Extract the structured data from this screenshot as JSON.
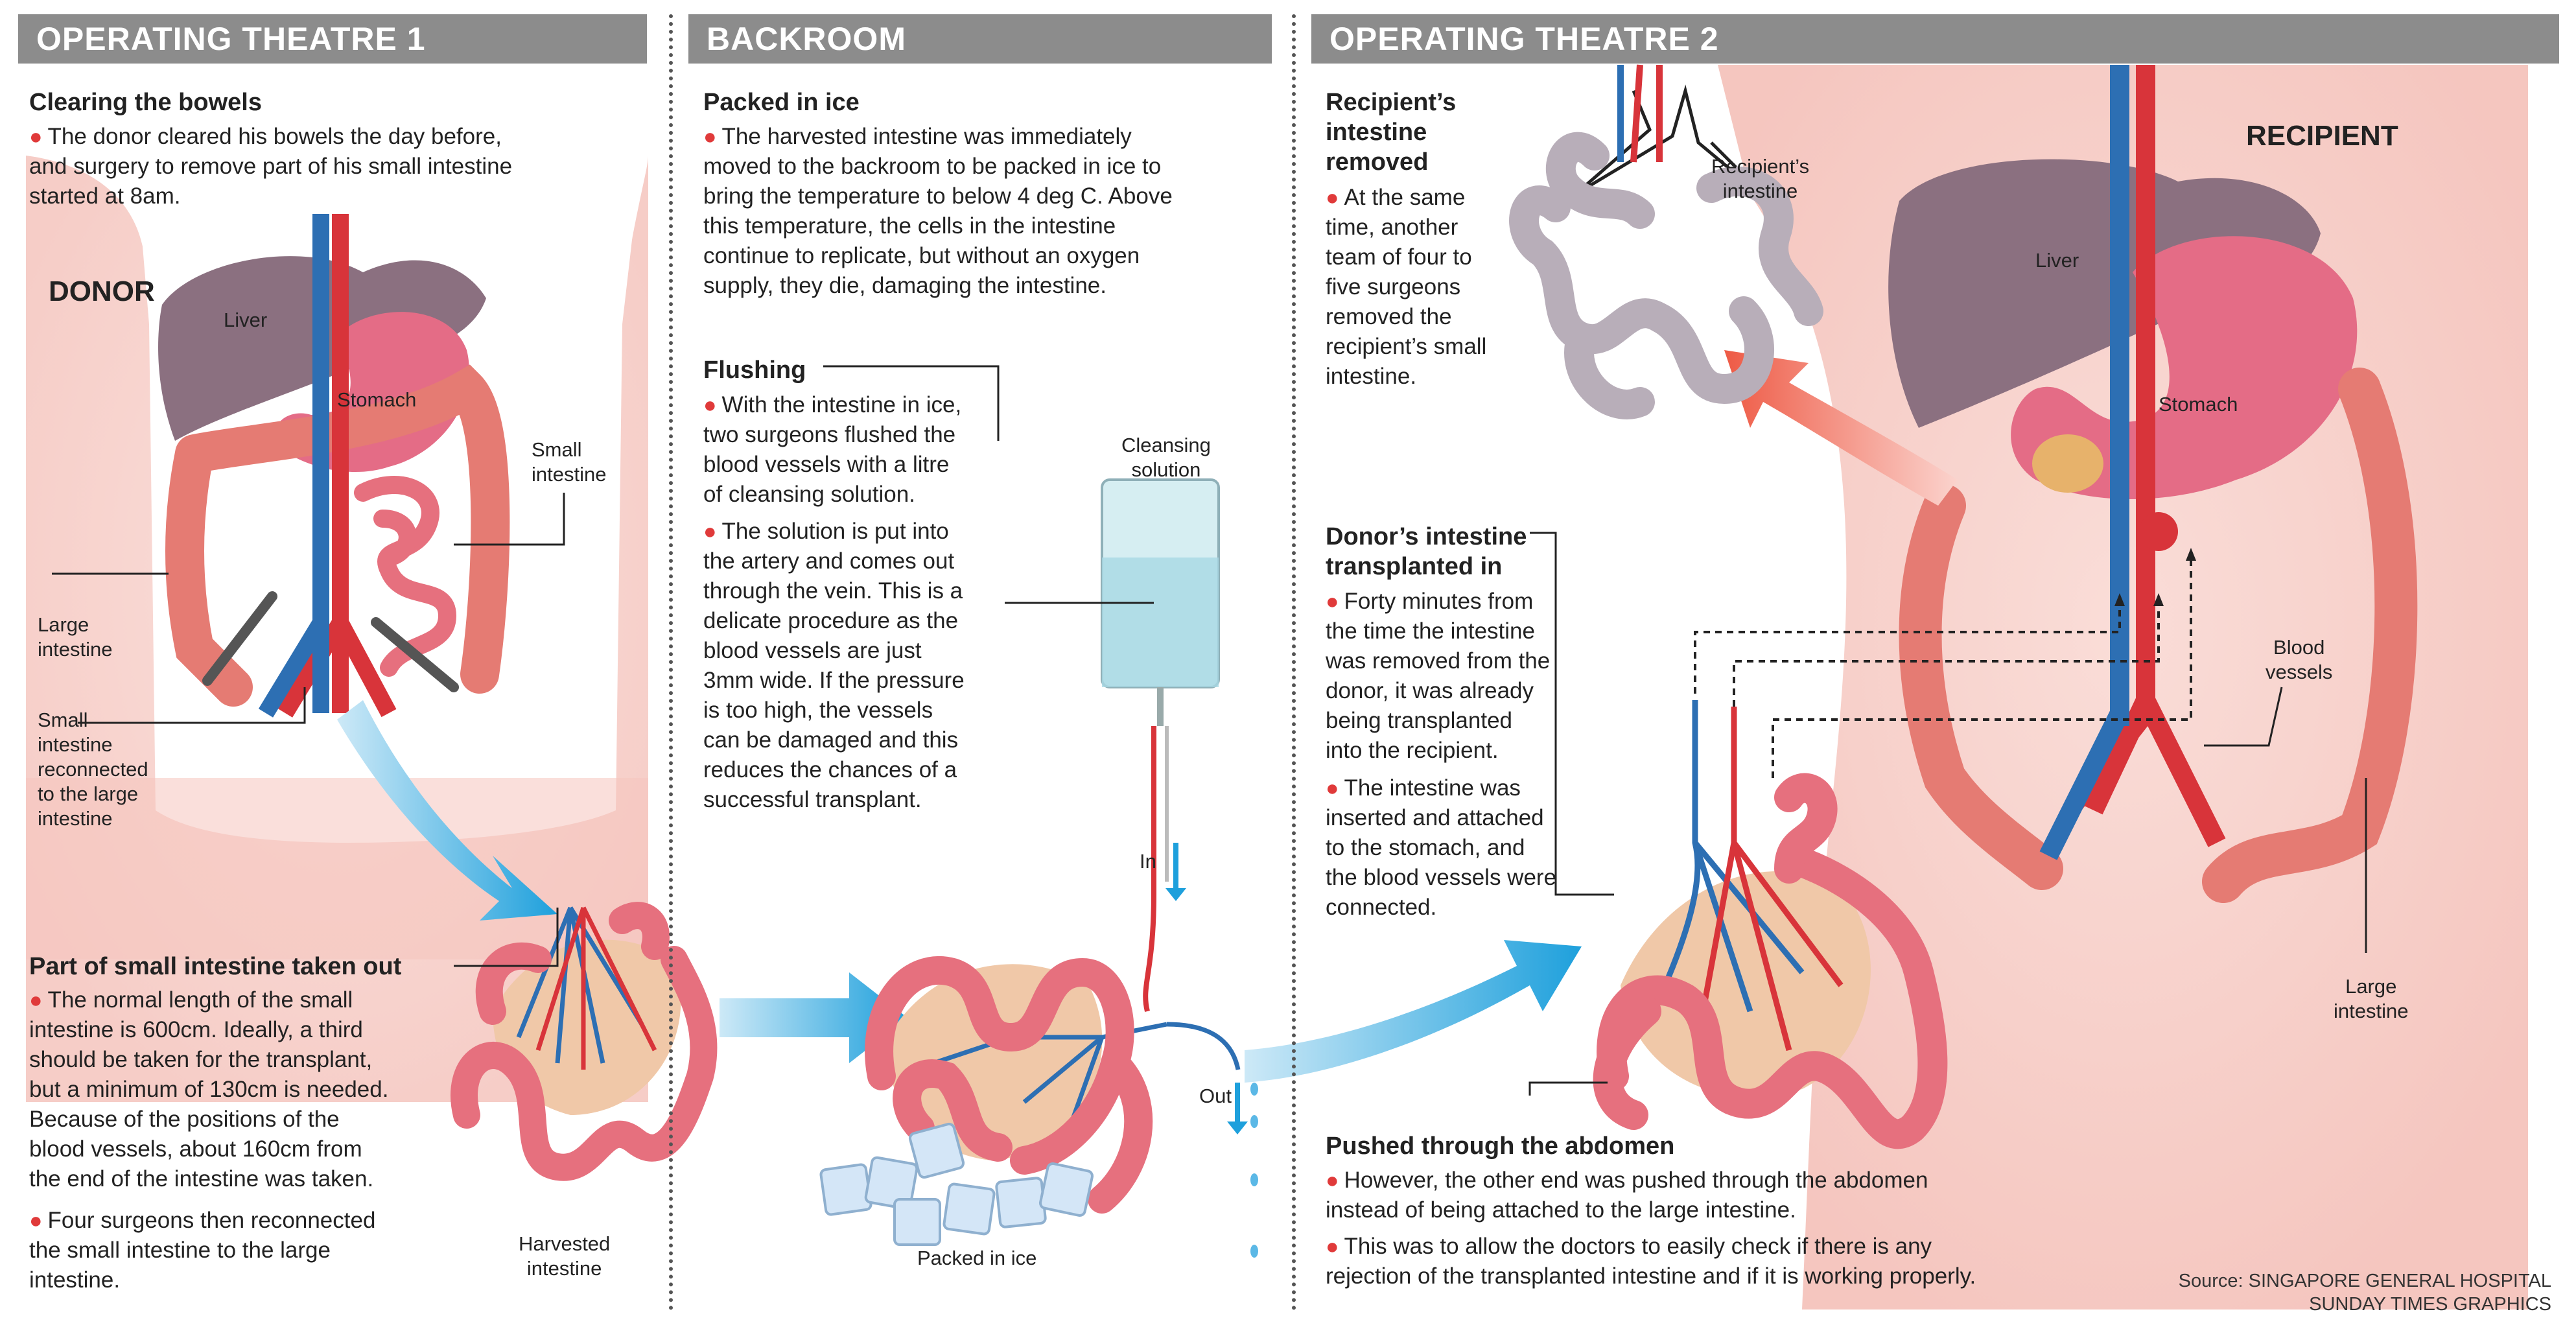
{
  "headers": {
    "theatre1": "OPERATING THEATRE 1",
    "backroom": "BACKROOM",
    "theatre2": "OPERATING THEATRE 2"
  },
  "theatre1": {
    "clearing_title": "Clearing the bowels",
    "clearing_lines": [
      "The donor cleared his bowels the day before,",
      "and surgery to remove part of his small intestine",
      "started at 8am."
    ],
    "donor": "DONOR",
    "liver": "Liver",
    "stomach": "Stomach",
    "small_intestine": [
      "Small",
      "intestine"
    ],
    "large_intestine": [
      "Large",
      "intestine"
    ],
    "reconnected": [
      "Small",
      "intestine",
      "reconnected",
      "to the large",
      "intestine"
    ],
    "part_title": "Part of small intestine taken out",
    "part_p1": [
      "The normal length of the small",
      "intestine is 600cm. Ideally, a third",
      "should be taken for the transplant,",
      "but a minimum of 130cm is needed.",
      "Because of the positions of the",
      "blood vessels, about 160cm from",
      "the end of the intestine was taken."
    ],
    "part_p2": [
      "Four surgeons then reconnected",
      "the small intestine to the large",
      "intestine."
    ],
    "harvested": [
      "Harvested",
      "intestine"
    ]
  },
  "backroom": {
    "packed_title": "Packed in ice",
    "packed_lines": [
      "The harvested intestine was immediately",
      "moved to the backroom to be packed in ice to",
      "bring the temperature to below 4 deg C. Above",
      "this temperature, the cells in the intestine",
      "continue to replicate, but without an oxygen",
      "supply, they die, damaging the intestine."
    ],
    "flushing_title": "Flushing",
    "flushing_p1": [
      "With the intestine in ice,",
      "two surgeons flushed the",
      "blood vessels with a litre",
      "of cleansing solution."
    ],
    "flushing_p2": [
      "The solution is put into",
      "the artery and comes out",
      "through the vein. This is a",
      "delicate procedure as the",
      "blood vessels are just",
      "3mm wide. If the pressure",
      "is too high, the vessels",
      "can be damaged and this",
      "reduces the chances of a",
      "successful transplant."
    ],
    "cleansing": [
      "Cleansing",
      "solution"
    ],
    "in_label": "In",
    "out_label": "Out",
    "packed_in_ice": "Packed in ice"
  },
  "theatre2": {
    "recipient_title": [
      "Recipient’s",
      "intestine",
      "removed"
    ],
    "recipient_lines": [
      "At the same",
      "time, another",
      "team of four to",
      "five surgeons",
      "removed the",
      "recipient’s small",
      "intestine."
    ],
    "recipients_intestine": [
      "Recipient’s",
      "intestine"
    ],
    "recipient_big": "RECIPIENT",
    "liver": "Liver",
    "stomach": "Stomach",
    "donor_title": [
      "Donor’s intestine",
      "transplanted in"
    ],
    "donor_p1": [
      "Forty minutes from",
      "the time the intestine",
      "was removed from the",
      "donor, it was already",
      "being transplanted",
      "into the recipient."
    ],
    "donor_p2": [
      "The intestine was",
      "inserted and attached",
      "to the stomach, and",
      "the blood vessels were",
      "connected."
    ],
    "blood_vessels": [
      "Blood",
      "vessels"
    ],
    "large_intestine": [
      "Large",
      "intestine"
    ],
    "pushed_title": "Pushed through the abdomen",
    "pushed_p1": [
      "However, the other end was pushed through the abdomen",
      "instead of being attached to the large intestine."
    ],
    "pushed_p2": [
      "This was to allow the doctors to easily check if there is any",
      "rejection of the transplanted intestine and if it is working properly."
    ]
  },
  "source": [
    "Source: SINGAPORE GENERAL HOSPITAL",
    "SUNDAY TIMES GRAPHICS"
  ],
  "colors": {
    "header_bg": "#8c8c8c",
    "skin": "#f6c9c3",
    "intestine": "#e8707a",
    "artery": "#d8343a",
    "vein": "#2d6fb3",
    "flow_arrow": "#29a8e0",
    "bullet": "#e03a3a"
  }
}
